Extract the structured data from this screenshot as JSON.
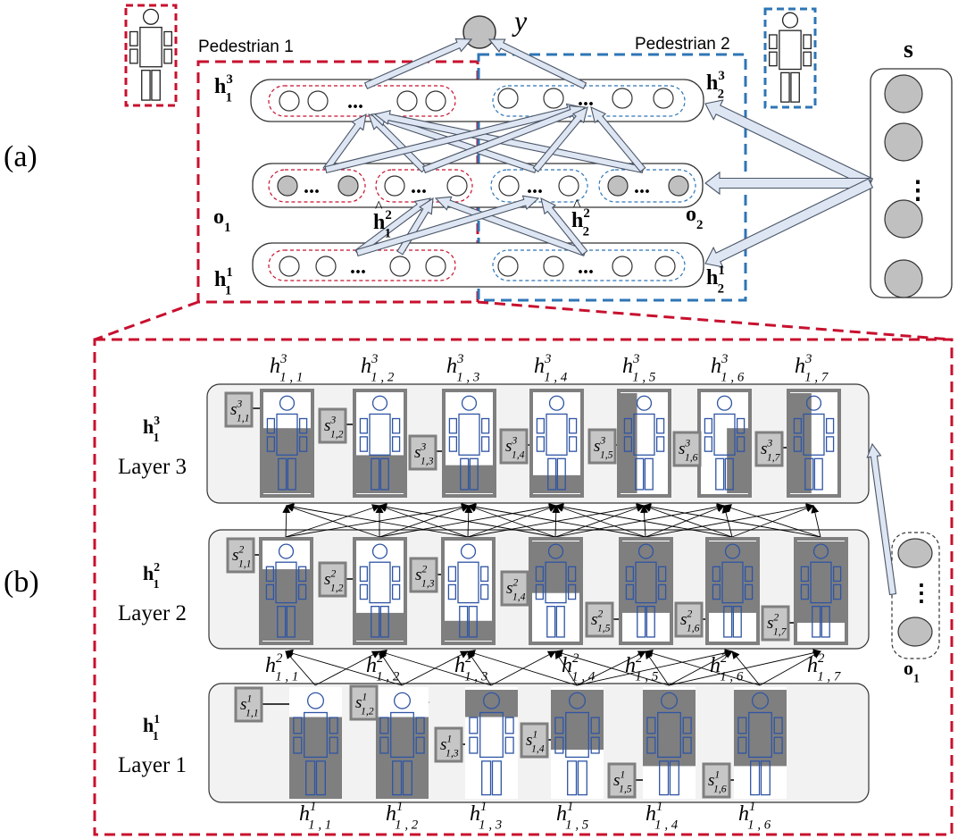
{
  "colors": {
    "red_dashed": "#c8102e",
    "blue_dashed": "#2e75b6",
    "person_blue": "#2f55a4",
    "mask_gray": "#7f7f7f",
    "node_gray": "#c0c0c0",
    "arrow_fill": "#dde6f2",
    "arrow_stroke": "#4a5568",
    "panel_fill": "#f2f2f2"
  },
  "panel_a": {
    "label": "(a)",
    "output": "y",
    "ped1_label": "Pedestrian 1",
    "ped2_label": "Pedestrian 2",
    "s_label": "s",
    "h13": {
      "base": "h",
      "sub": "1",
      "sup": "3"
    },
    "h23": {
      "base": "h",
      "sub": "2",
      "sup": "3"
    },
    "h11": {
      "base": "h",
      "sub": "1",
      "sup": "1"
    },
    "h21": {
      "base": "h",
      "sub": "2",
      "sup": "1"
    },
    "o1": {
      "base": "o",
      "sub": "1"
    },
    "o2": {
      "base": "o",
      "sub": "2"
    },
    "h1hat2": {
      "base": "h",
      "sub": "1",
      "sup": "2"
    },
    "h2hat2": {
      "base": "h",
      "sub": "2",
      "sup": "2"
    },
    "dots": "...",
    "vdots": "⋮"
  },
  "panel_b": {
    "label": "(b)",
    "layers": [
      {
        "h": {
          "base": "h",
          "sub": "1",
          "sup": "3"
        },
        "name": "Layer 3"
      },
      {
        "h": {
          "base": "h",
          "sub": "1",
          "sup": "2"
        },
        "name": "Layer 2"
      },
      {
        "h": {
          "base": "h",
          "sub": "1",
          "sup": "1"
        },
        "name": "Layer 1"
      }
    ],
    "o1": {
      "base": "o",
      "sub": "1"
    },
    "top_labels": [
      {
        "base": "h",
        "sub": "1 , 1",
        "sup": "3"
      },
      {
        "base": "h",
        "sub": "1 , 2",
        "sup": "3"
      },
      {
        "base": "h",
        "sub": "1 , 3",
        "sup": "3"
      },
      {
        "base": "h",
        "sub": "1 , 4",
        "sup": "3"
      },
      {
        "base": "h",
        "sub": "1 , 5",
        "sup": "3"
      },
      {
        "base": "h",
        "sub": "1 , 6",
        "sup": "3"
      },
      {
        "base": "h",
        "sub": "1 , 7",
        "sup": "3"
      }
    ],
    "mid_labels": [
      {
        "base": "h",
        "sub": "1 , 1",
        "sup": "2"
      },
      {
        "base": "h",
        "sub": "1 , 2",
        "sup": "2"
      },
      {
        "base": "h",
        "sub": "1 , 3",
        "sup": "2"
      },
      {
        "base": "h",
        "sub": "1 , 4",
        "sup": "2"
      },
      {
        "base": "h",
        "sub": "1 , 5",
        "sup": "2"
      },
      {
        "base": "h",
        "sub": "1 , 6",
        "sup": "2"
      },
      {
        "base": "h",
        "sub": "1 , 7",
        "sup": "2"
      }
    ],
    "bottom_labels": [
      {
        "base": "h",
        "sub": "1 , 1",
        "sup": "1"
      },
      {
        "base": "h",
        "sub": "1 , 2",
        "sup": "1"
      },
      {
        "base": "h",
        "sub": "1 , 3",
        "sup": "1"
      },
      {
        "base": "h",
        "sub": "1 , 5",
        "sup": "1"
      },
      {
        "base": "h",
        "sub": "1 , 4",
        "sup": "1"
      },
      {
        "base": "h",
        "sub": "1 , 6",
        "sup": "1"
      }
    ],
    "s_layer3": [
      {
        "base": "s",
        "sub": "1,1",
        "sup": "3"
      },
      {
        "base": "s",
        "sub": "1,2",
        "sup": "3"
      },
      {
        "base": "s",
        "sub": "1,3",
        "sup": "3"
      },
      {
        "base": "s",
        "sub": "1,4",
        "sup": "3"
      },
      {
        "base": "s",
        "sub": "1,5",
        "sup": "3"
      },
      {
        "base": "s",
        "sub": "1,6",
        "sup": "3"
      },
      {
        "base": "s",
        "sub": "1,7",
        "sup": "3"
      }
    ],
    "s_layer2": [
      {
        "base": "s",
        "sub": "1,1",
        "sup": "2"
      },
      {
        "base": "s",
        "sub": "1,2",
        "sup": "2"
      },
      {
        "base": "s",
        "sub": "1,3",
        "sup": "2"
      },
      {
        "base": "s",
        "sub": "1,4",
        "sup": "2"
      },
      {
        "base": "s",
        "sub": "1,5",
        "sup": "2"
      },
      {
        "base": "s",
        "sub": "1,6",
        "sup": "2"
      },
      {
        "base": "s",
        "sub": "1,7",
        "sup": "2"
      }
    ],
    "s_layer1": [
      {
        "base": "s",
        "sub": "1,1",
        "sup": "1"
      },
      {
        "base": "s",
        "sub": "1,2",
        "sup": "1"
      },
      {
        "base": "s",
        "sub": "1,3",
        "sup": "1"
      },
      {
        "base": "s",
        "sub": "1,4",
        "sup": "1"
      },
      {
        "base": "s",
        "sub": "1,5",
        "sup": "1"
      },
      {
        "base": "s",
        "sub": "1,6",
        "sup": "1"
      }
    ]
  }
}
